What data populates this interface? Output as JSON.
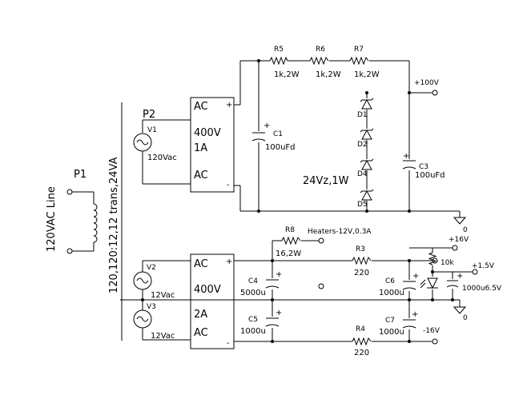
{
  "title_line": "120VAC Line",
  "title_trans": "120,120:12,12 trans,24VA",
  "p1": "P1",
  "p2": "P2",
  "upper": {
    "v1": "V1",
    "v1_val": "120Vac",
    "ac_top": "AC",
    "ac_bot": "AC",
    "rating_v": "400V",
    "rating_a": "1A",
    "plus": "+",
    "minus": "-",
    "r5": "R5",
    "r5_val": "1k,2W",
    "r6": "R6",
    "r6_val": "1k,2W",
    "r7": "R7",
    "r7_val": "1k,2W",
    "out_100v": "+100V",
    "c1": "C1",
    "c1_val": "100uFd",
    "c3": "C3",
    "c3_val": "100uFd",
    "d1": "D1",
    "d2": "D2",
    "d4": "D4",
    "d5": "D5",
    "zener_val": "24Vz,1W",
    "gnd": "0",
    "cap_plus": "+"
  },
  "lower": {
    "v2": "V2",
    "v2_val": "12Vac",
    "v3": "V3",
    "v3_val": "12Vac",
    "ac_top": "AC",
    "ac_bot": "AC",
    "rating_v": "400V",
    "rating_a": "2A",
    "plus": "+",
    "minus": "-",
    "r8": "R8",
    "r8_val": "16,2W",
    "heaters": "Heaters-12V,0.3A",
    "r3": "R3",
    "r3_val": "220",
    "r4": "R4",
    "r4_val": "220",
    "c4": "C4",
    "c4_val": "5000u",
    "c5": "C5",
    "c5_val": "1000u",
    "c6": "C6",
    "c6_val": "1000u",
    "c7": "C7",
    "c7_val": "1000u",
    "out_16v": "+16V",
    "out_neg16v": "-16V",
    "r10k": "10k",
    "out_1v5": "+1.5V",
    "cap_1000u": "1000u6.5V",
    "gnd": "0",
    "cap_plus": "+"
  }
}
